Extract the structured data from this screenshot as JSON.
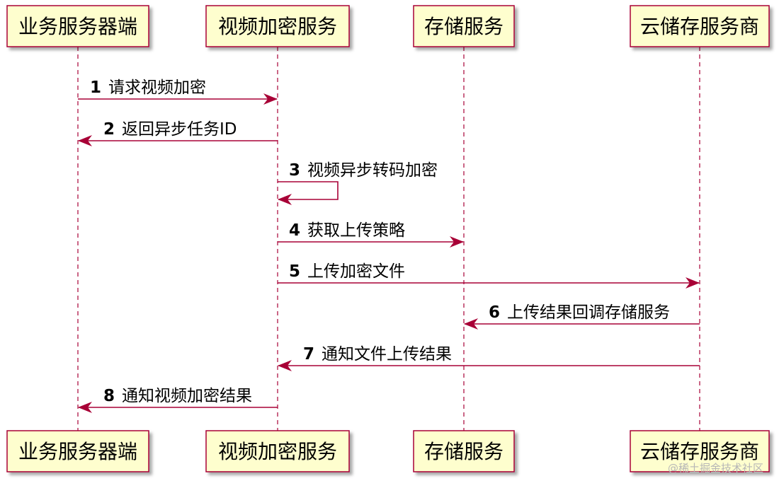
{
  "participants": [
    {
      "id": "biz",
      "label": "业务服务器端"
    },
    {
      "id": "enc",
      "label": "视频加密服务"
    },
    {
      "id": "store",
      "label": "存储服务"
    },
    {
      "id": "cloud",
      "label": "云储存服务商"
    }
  ],
  "messages": [
    {
      "num": "1",
      "text": "请求视频加密",
      "from": "biz",
      "to": "enc"
    },
    {
      "num": "2",
      "text": "返回异步任务ID",
      "from": "enc",
      "to": "biz"
    },
    {
      "num": "3",
      "text": "视频异步转码加密",
      "from": "enc",
      "to": "enc"
    },
    {
      "num": "4",
      "text": "获取上传策略",
      "from": "enc",
      "to": "store"
    },
    {
      "num": "5",
      "text": "上传加密文件",
      "from": "enc",
      "to": "cloud"
    },
    {
      "num": "6",
      "text": "上传结果回调存储服务",
      "from": "cloud",
      "to": "store"
    },
    {
      "num": "7",
      "text": "通知文件上传结果",
      "from": "cloud",
      "to": "enc"
    },
    {
      "num": "8",
      "text": "通知视频加密结果",
      "from": "enc",
      "to": "biz"
    }
  ],
  "colors": {
    "box_fill": "#fefece",
    "box_stroke": "#a80036",
    "arrow": "#a80036",
    "text": "#000000"
  },
  "watermark": "@稀土掘金技术社区"
}
